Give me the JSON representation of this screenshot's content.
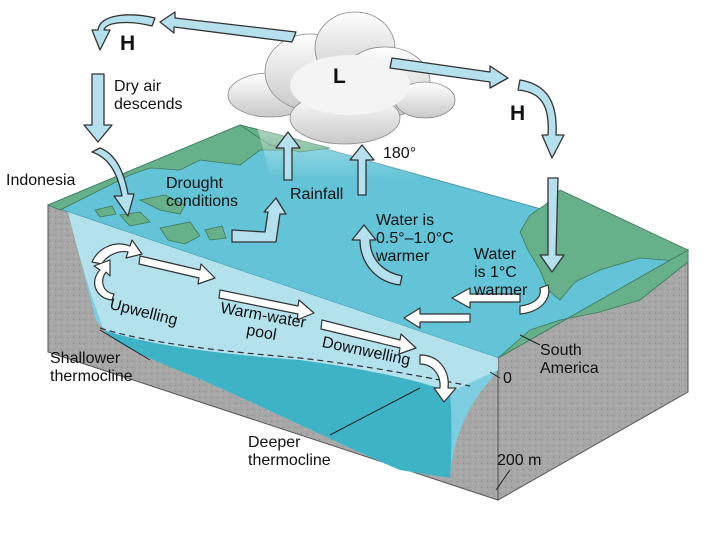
{
  "pressure": {
    "high_left": "H",
    "low": "L",
    "high_right": "H"
  },
  "labels": {
    "dry_air_1": "Dry air",
    "dry_air_2": "descends",
    "indonesia": "Indonesia",
    "drought_1": "Drought",
    "drought_2": "conditions",
    "rainfall": "Rainfall",
    "longitude": "180°",
    "water_warm_1": "Water is",
    "water_warm_2": "0.5°–1.0°C",
    "water_warm_3": "warmer",
    "water_1c_1": "Water",
    "water_1c_2": "is 1°C",
    "water_1c_3": "warmer",
    "upwelling": "Upwelling",
    "warm_pool_1": "Warm-water",
    "warm_pool_2": "pool",
    "downwelling": "Downwelling",
    "shallow_1": "Shallower",
    "shallow_2": "thermocline",
    "deeper_1": "Deeper",
    "deeper_2": "thermocline",
    "south_america_1": "South",
    "south_america_2": "America",
    "depth_0": "0",
    "depth_200": "200 m"
  },
  "colors": {
    "ocean_surface": "#62c4d6",
    "ocean_front": "#7ccfe0",
    "warm_pool": "#b9e3ee",
    "deep_water": "#3eb3c6",
    "land": "#66b08a",
    "sediment": "#a8a8a8",
    "arrow_fill": "#b5e0ee",
    "arrow_stroke": "#333333"
  }
}
